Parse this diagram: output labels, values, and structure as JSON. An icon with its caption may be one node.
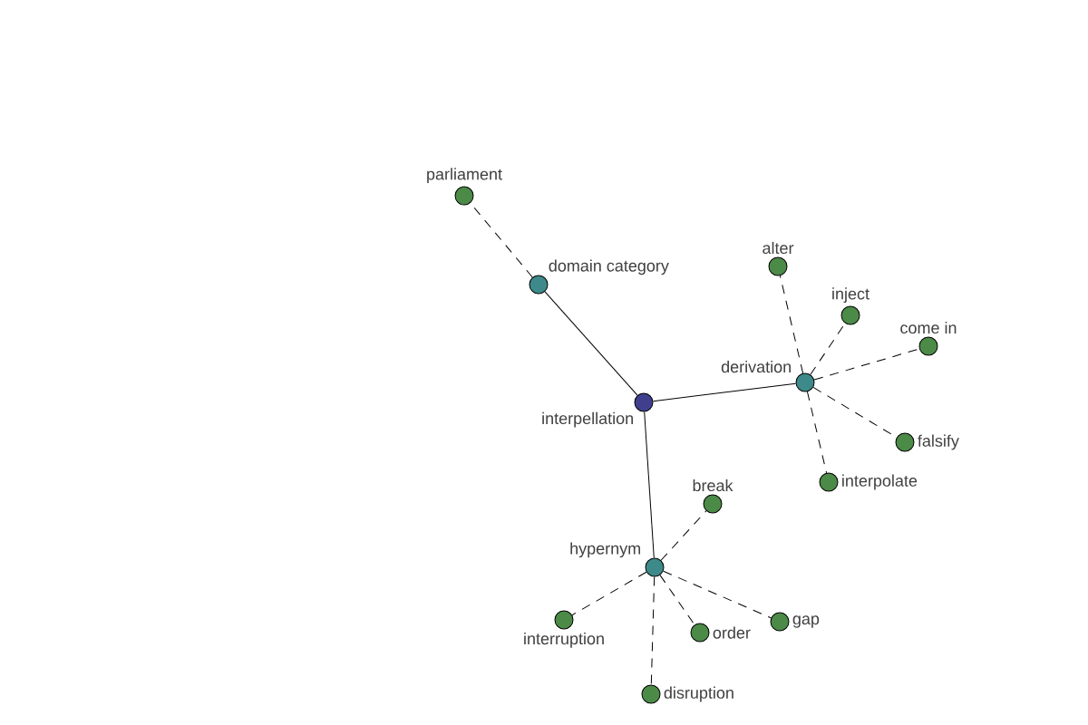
{
  "diagram": {
    "nodes": [
      {
        "text": [
          "parliament"
        ]
      },
      {
        "text": [
          "alter"
        ]
      },
      {
        "text": [
          "domain category"
        ]
      },
      {
        "text": [
          "inject"
        ]
      },
      {
        "text": [
          "come in"
        ]
      },
      {
        "text": [
          "derivation"
        ]
      },
      {
        "text": [
          "interpellation"
        ]
      },
      {
        "text": [
          "falsify"
        ]
      },
      {
        "text": [
          "interpolate"
        ]
      },
      {
        "text": [
          "break"
        ]
      },
      {
        "text": [
          "hypernym"
        ]
      },
      {
        "text": [
          "interruption"
        ]
      },
      {
        "text": [
          "gap"
        ]
      },
      {
        "text": [
          "order"
        ]
      },
      {
        "text": [
          "disruption"
        ]
      }
    ],
    "edges": [
      {
        "from": 6,
        "to": 2,
        "arrow": "none"
      },
      {
        "from": 6,
        "to": 5,
        "arrow": "none"
      },
      {
        "from": 6,
        "to": 10,
        "arrow": "none"
      },
      {
        "from": 2,
        "to": 0,
        "arrow": "none",
        "style": "dashed"
      },
      {
        "from": 5,
        "to": 1,
        "arrow": "none",
        "style": "dashed"
      },
      {
        "from": 5,
        "to": 3,
        "arrow": "none",
        "style": "dashed"
      },
      {
        "from": 5,
        "to": 4,
        "arrow": "none",
        "style": "dashed"
      },
      {
        "from": 5,
        "to": 7,
        "arrow": "none",
        "style": "dashed"
      },
      {
        "from": 5,
        "to": 8,
        "arrow": "none",
        "style": "dashed"
      },
      {
        "from": 10,
        "to": 9,
        "arrow": "none",
        "style": "dashed"
      },
      {
        "from": 10,
        "to": 11,
        "arrow": "none",
        "style": "dashed"
      },
      {
        "from": 10,
        "to": 13,
        "arrow": "none",
        "style": "dashed"
      },
      {
        "from": 10,
        "to": 12,
        "arrow": "none",
        "style": "dashed"
      },
      {
        "from": 10,
        "to": 14,
        "arrow": "none",
        "style": "dashed"
      }
    ]
  }
}
